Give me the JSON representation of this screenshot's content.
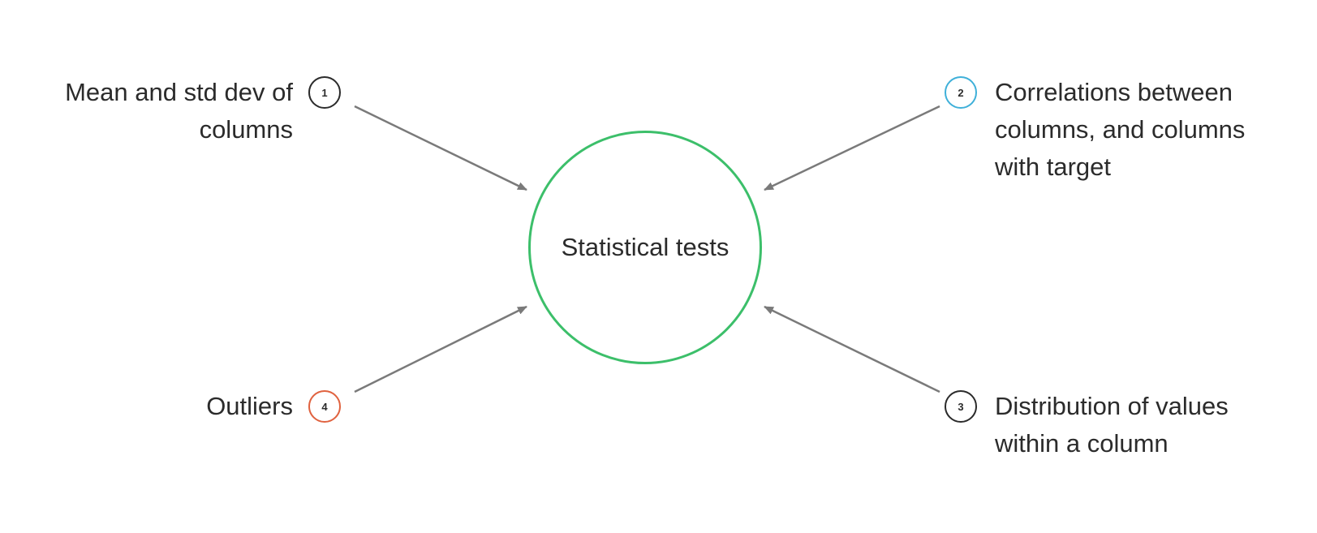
{
  "center": {
    "label": "Statistical tests",
    "color": "#3cbf6a"
  },
  "nodes": [
    {
      "number": "1",
      "label": "Mean and std dev of\ncolumns",
      "color": "#2b2b2b"
    },
    {
      "number": "2",
      "label": "Correlations between\ncolumns, and columns\nwith target",
      "color": "#3fb0d9"
    },
    {
      "number": "3",
      "label": "Distribution of values\nwithin a column",
      "color": "#2b2b2b"
    },
    {
      "number": "4",
      "label": "Outliers",
      "color": "#e0623f"
    }
  ],
  "arrow_color": "#7a7a7a"
}
